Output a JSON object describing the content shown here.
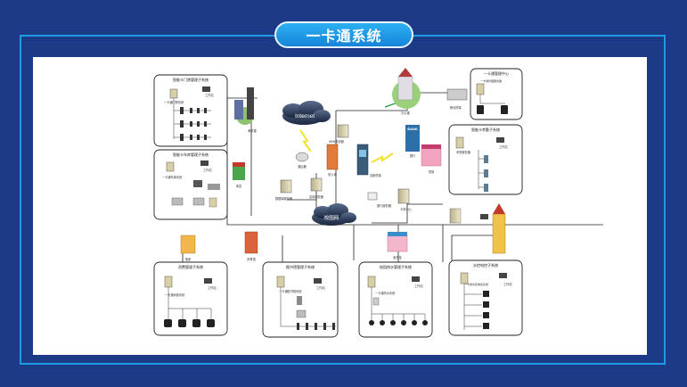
{
  "header": {
    "title": "一卡通系统"
  },
  "diagram": {
    "subsystems": [
      {
        "key": "door",
        "title": "智能卡门禁管理子系统",
        "server": "一卡通门禁系统",
        "workstation": "工作站"
      },
      {
        "key": "parking",
        "title": "智能卡车库管理子系统",
        "server": "一卡通车库系统",
        "workstation": "工作站"
      },
      {
        "key": "center",
        "title": "一卡通管理中心",
        "server": "一卡通管理服务器"
      },
      {
        "key": "attendance",
        "title": "智能卡考勤子系统",
        "server": "考勤服务器",
        "workstation": "工作站"
      },
      {
        "key": "consume",
        "title": "消费管理子系统",
        "server": "一卡通消费系统",
        "workstation": "工作站"
      },
      {
        "key": "library",
        "title": "图书馆管理子系统",
        "server": "一卡通图书馆系统",
        "workstation": "工作站"
      },
      {
        "key": "water",
        "title": "校园热水管理子系统",
        "server": "一卡通热水系统",
        "workstation": "工作站"
      },
      {
        "key": "energy",
        "title": "水控电控子系统",
        "server": "一卡通水控电控系统",
        "workstation": "工作站"
      }
    ],
    "nodes": {
      "internet": "Internet",
      "campus_net": "校园网",
      "bank": "BANK",
      "bank_label": "银行",
      "bank_server": "银行服务器",
      "firewall": "防火墙",
      "router": "路由器",
      "admin_office": "办公楼",
      "dorm": "宿舍",
      "teaching": "教学楼",
      "canteen": "食堂",
      "gym": "体育馆",
      "clinic": "医务室",
      "hotel": "宾馆",
      "self_service": "自助终端",
      "app_server": "应用服务器",
      "db_server": "数据库服务器",
      "card_server": "卡务中心",
      "web_server": "WEB服务器",
      "laptop": "移动终端"
    }
  }
}
